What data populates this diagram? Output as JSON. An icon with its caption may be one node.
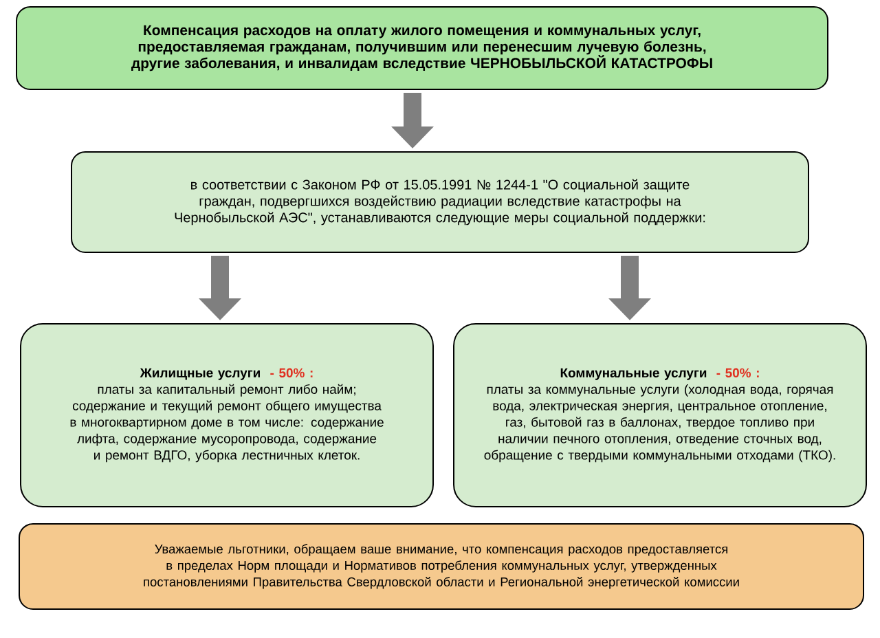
{
  "diagram": {
    "nodes": [
      {
        "text": [
          "Компенсация расходов на оплату жилого помещения и коммунальных услуг, предоставляемая гражданам, получившим или перенесшим лучевую болезнь, другие заболевания, и инвалидам вследствие ЧЕРНОБЫЛЬСКОЙ КАТАСТРОФЫ"
        ]
      },
      {
        "text": [
          "в соответствии с Законом РФ от 15.05.1991 № 1244-1 \"О социальной защите граждан, подвергшихся воздействию радиации вследствие катастрофы на Чернобыльской АЭС\", устанавливаются следующие меры социальной поддержки:"
        ]
      },
      {
        "text": [
          "Жилищные услуги",
          "- 50% :",
          "платы за капитальный ремонт либо найм; содержание и текущий ремонт общего имущества в многоквартирном доме в том числе: содержание лифта, содержание мусоропровода, содержание и ремонт ВДГО, уборка лестничных клеток."
        ]
      },
      {
        "text": [
          "Коммунальные услуги",
          "- 50% :",
          "платы за коммунальные услуги (холодная вода, горячая вода, электрическая энергия, центральное отопление, газ, бытовой газ в баллонах, твердое топливо при наличии печного отопления, отведение сточных вод, обращение с твердыми коммунальными отходами (ТКО)."
        ]
      },
      {
        "text": [
          "Уважаемые льготники, обращаем ваше внимание, что компенсация расходов предоставляется в пределах Норм площади и Нормативов потребления коммунальных услуг, утвержденных постановлениями Правительства Свердловской области и Региональной энергетической комиссии"
        ]
      }
    ],
    "edges": [
      {
        "from": 0,
        "to": 1,
        "arrow": "to"
      },
      {
        "from": 1,
        "to": 2,
        "arrow": "to"
      },
      {
        "from": 1,
        "to": 3,
        "arrow": "to"
      }
    ]
  }
}
